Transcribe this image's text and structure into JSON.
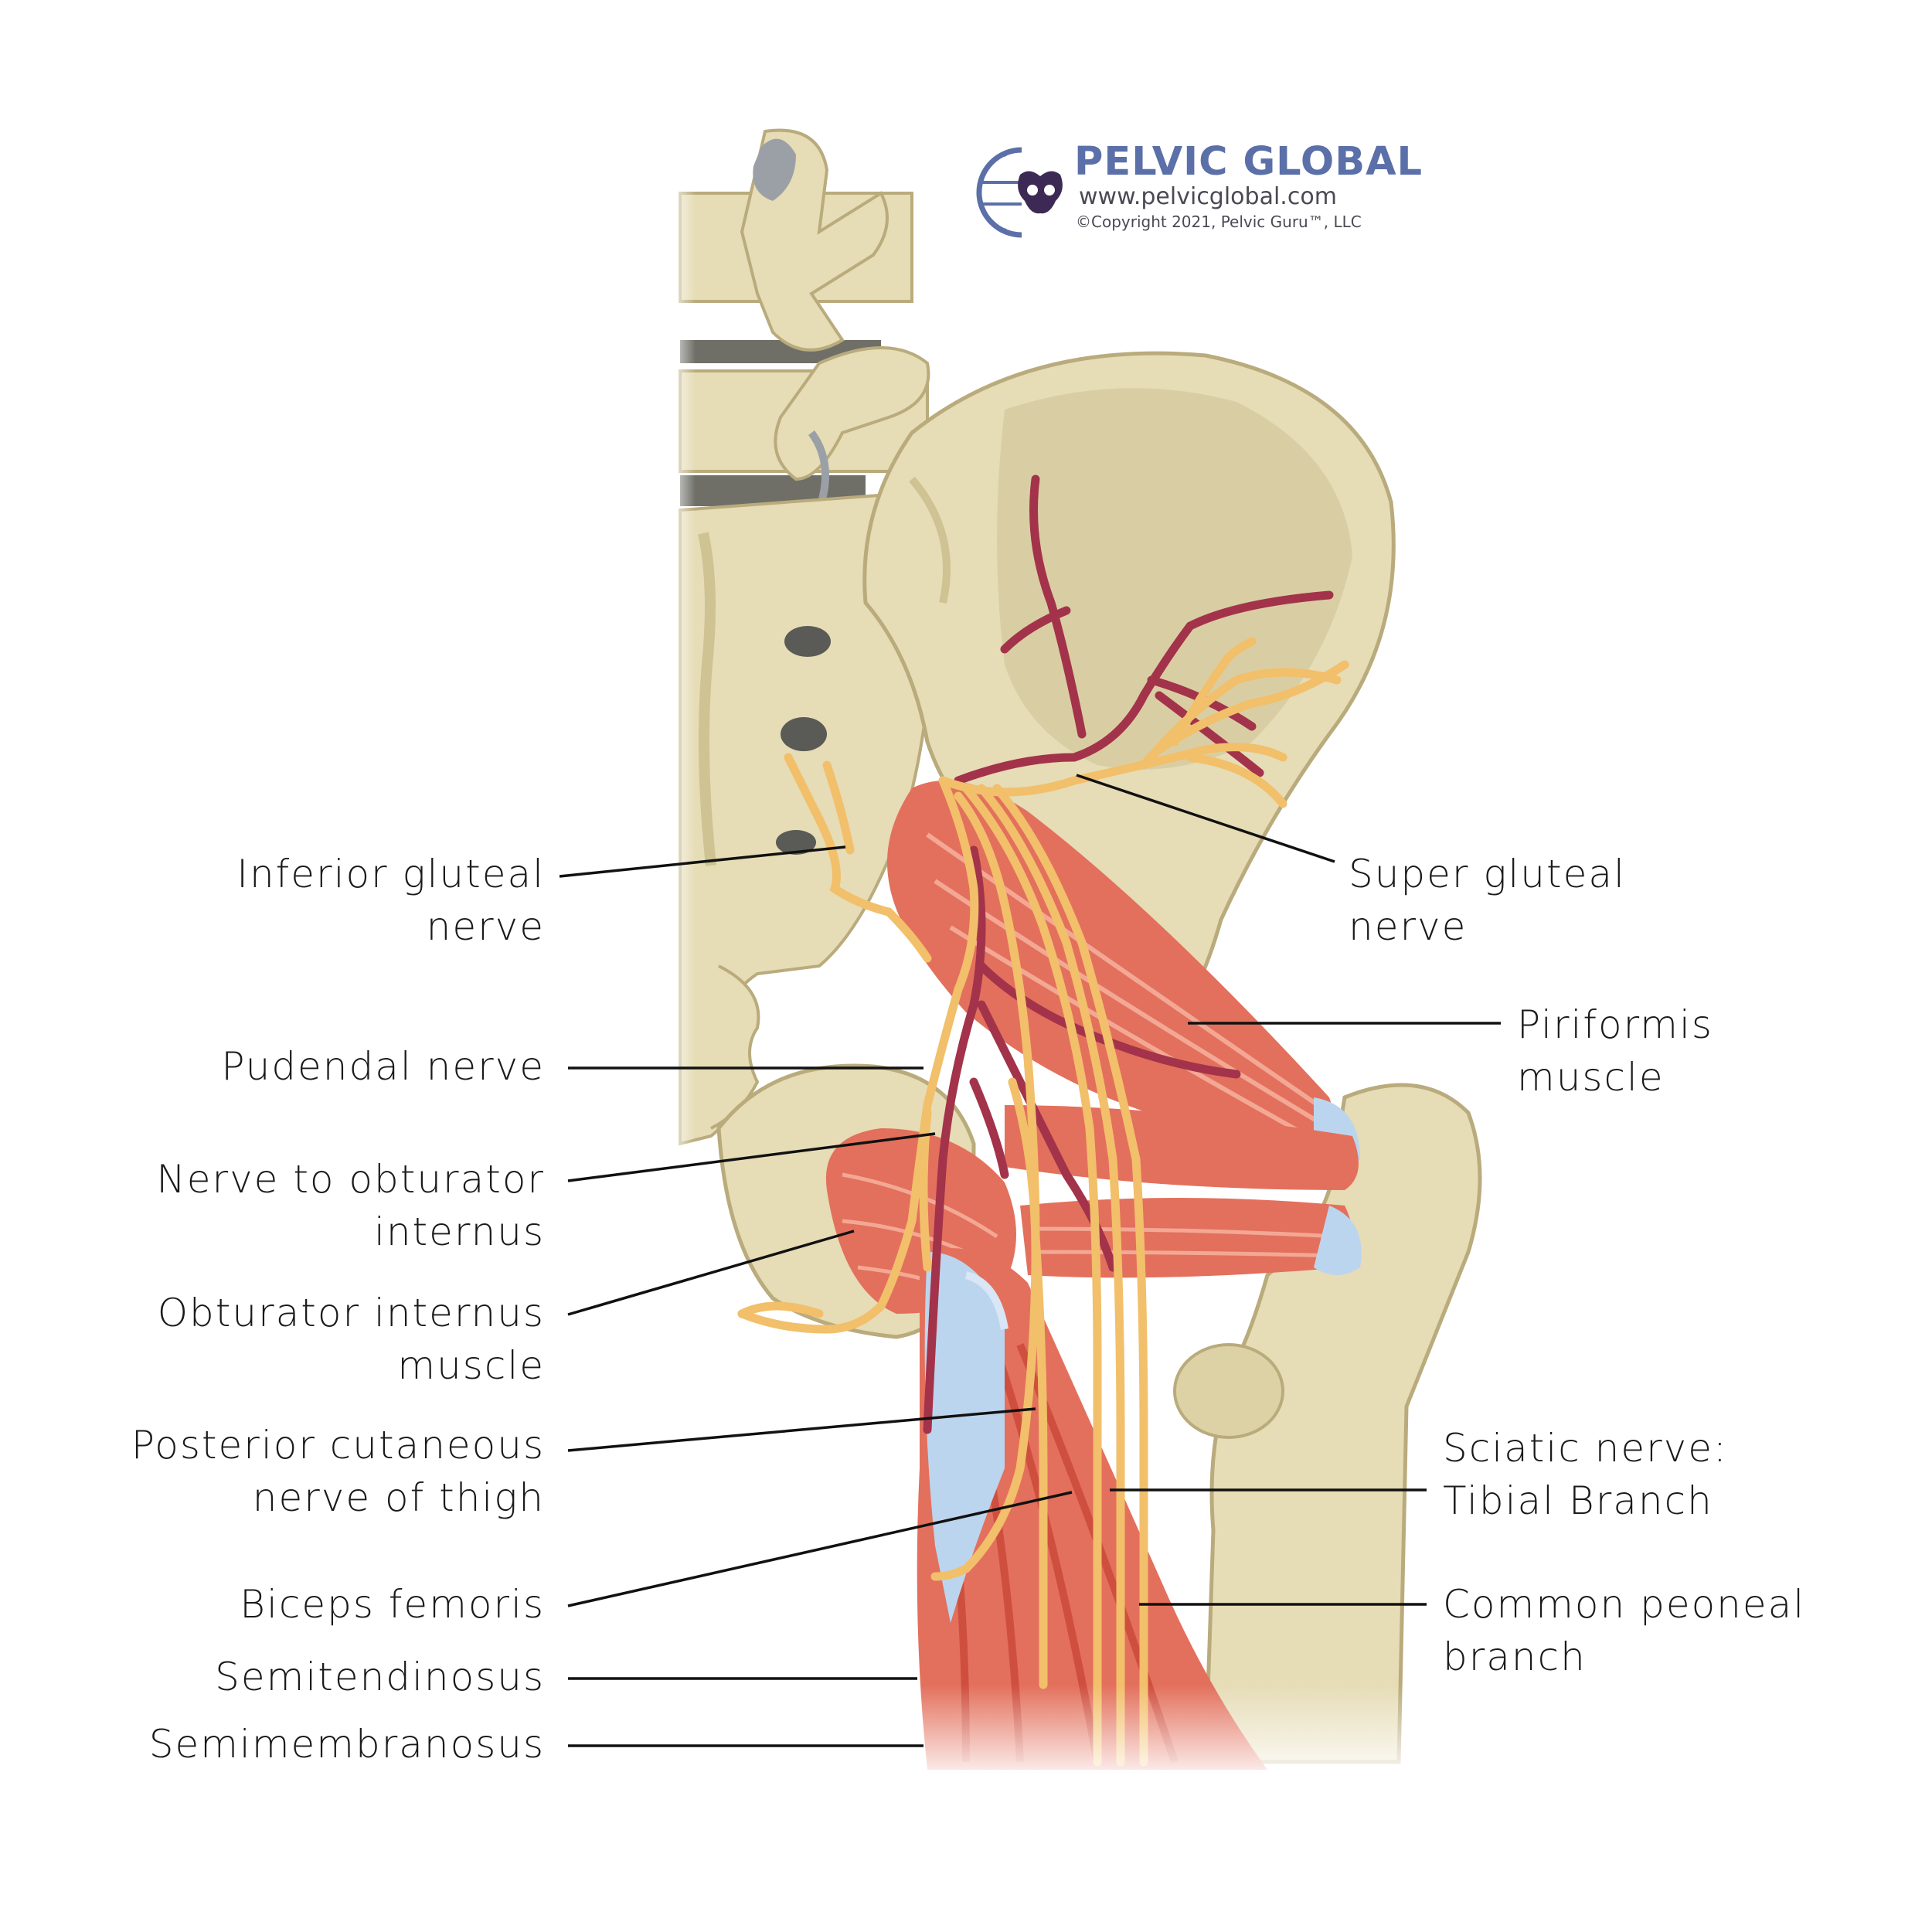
{
  "brand": {
    "name": "PELVIC GLOBAL",
    "url": "www.pelvicglobal.com",
    "copyright": "©Copyright 2021, Pelvic Guru™, LLC",
    "color": "#5b6fa8"
  },
  "labels": {
    "inferior_gluteal": [
      "Inferior gluteal",
      "nerve"
    ],
    "super_gluteal": [
      "Super gluteal",
      "nerve"
    ],
    "piriformis": [
      "Piriformis",
      "muscle"
    ],
    "pudendal": [
      "Pudendal nerve"
    ],
    "obturator_nerve": [
      "Nerve to obturator",
      "internus"
    ],
    "obturator_muscle": [
      "Obturator internus",
      "muscle"
    ],
    "posterior_cutaneous": [
      "Posterior cutaneous",
      "nerve of thigh"
    ],
    "sciatic_tibial": [
      "Sciatic nerve:",
      "Tibial Branch"
    ],
    "biceps": [
      "Biceps femoris"
    ],
    "common_peroneal": [
      "Common peoneal",
      "branch"
    ],
    "semitendinosus": [
      "Semitendinosus"
    ],
    "semimembranosus": [
      "Semimembranosus"
    ]
  },
  "colors": {
    "bone": "#e6dcb6",
    "bone_shadow": "#cfc293",
    "muscle": "#e3705c",
    "muscle_dark": "#cf4f3e",
    "nerve": "#f2bf6a",
    "artery": "#a3334a",
    "tendon": "#bcd5ee",
    "leader": "#111111"
  }
}
